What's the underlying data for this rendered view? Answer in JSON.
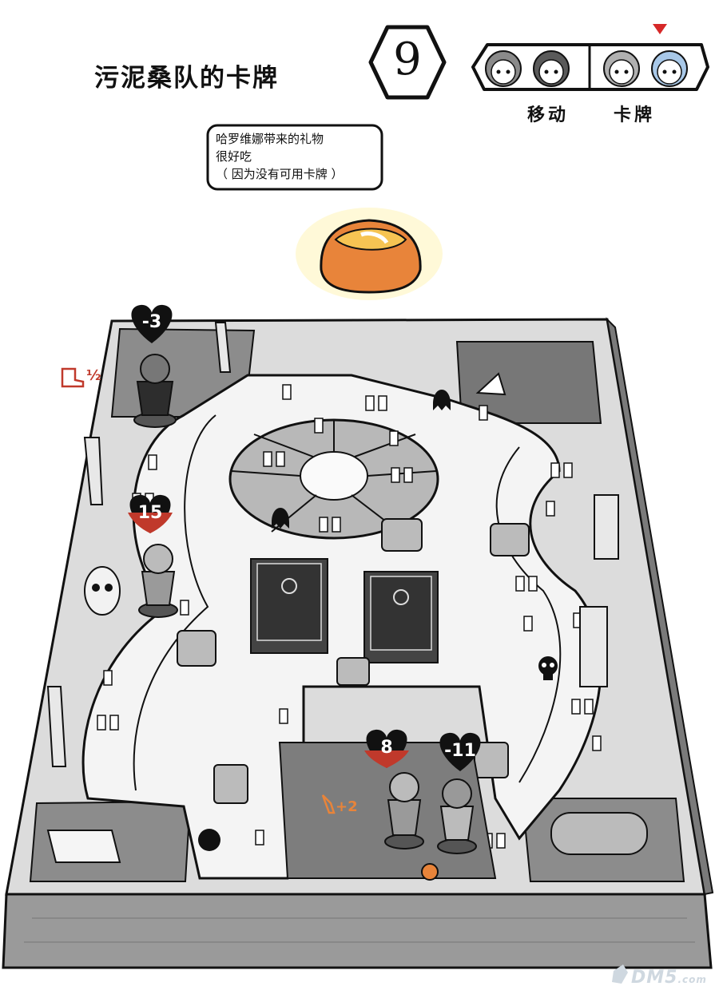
{
  "header": {
    "title": "污泥桑队的卡牌",
    "turn_number": "9",
    "phases": [
      "移动",
      "卡牌"
    ],
    "active_phase": "卡牌"
  },
  "speech_bubble": {
    "lines": [
      "哈罗维娜带来的礼物",
      "很好吃",
      "（  因为没有可用卡牌  ）"
    ]
  },
  "board": {
    "tokens": [
      {
        "value": "-3"
      },
      {
        "value": "15"
      },
      {
        "value": "8"
      },
      {
        "value": "-11"
      }
    ],
    "modifiers": [
      {
        "value": "½"
      },
      {
        "value": "+2"
      }
    ]
  },
  "watermark": {
    "brand": "DM5",
    "suffix": ".com"
  },
  "colors": {
    "ink": "#111111",
    "board_light": "#f2f2f2",
    "board_mid": "#bdbdbd",
    "board_dark": "#7d7d7d",
    "accent_red": "#c0392b",
    "treat_orange": "#e8843a"
  }
}
